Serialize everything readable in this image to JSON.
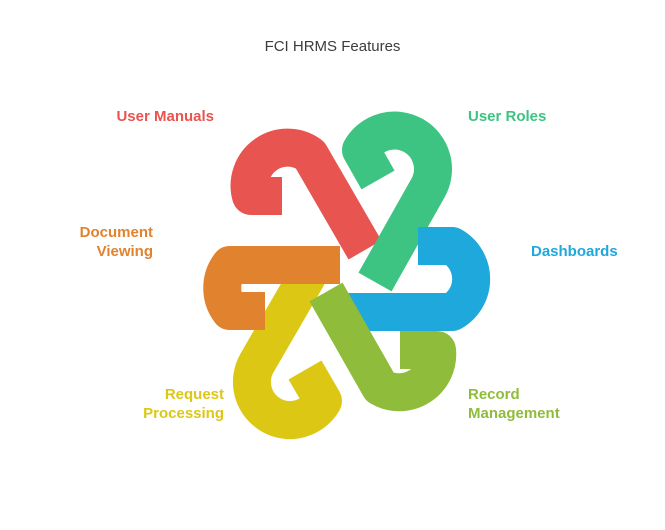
{
  "title": "FCI HRMS Features",
  "features": [
    {
      "key": "user_manuals",
      "lines": [
        "User Manuals"
      ],
      "color": "#e85450"
    },
    {
      "key": "user_roles",
      "lines": [
        "User Roles"
      ],
      "color": "#3dc482"
    },
    {
      "key": "dashboards",
      "lines": [
        "Dashboards"
      ],
      "color": "#1fa8dc"
    },
    {
      "key": "record_management",
      "lines": [
        "Record",
        "Management"
      ],
      "color": "#8fbc3a"
    },
    {
      "key": "request_processing",
      "lines": [
        "Request",
        "Processing"
      ],
      "color": "#dcc814"
    },
    {
      "key": "document_viewing",
      "lines": [
        "Document",
        "Viewing"
      ],
      "color": "#e0822e"
    }
  ]
}
